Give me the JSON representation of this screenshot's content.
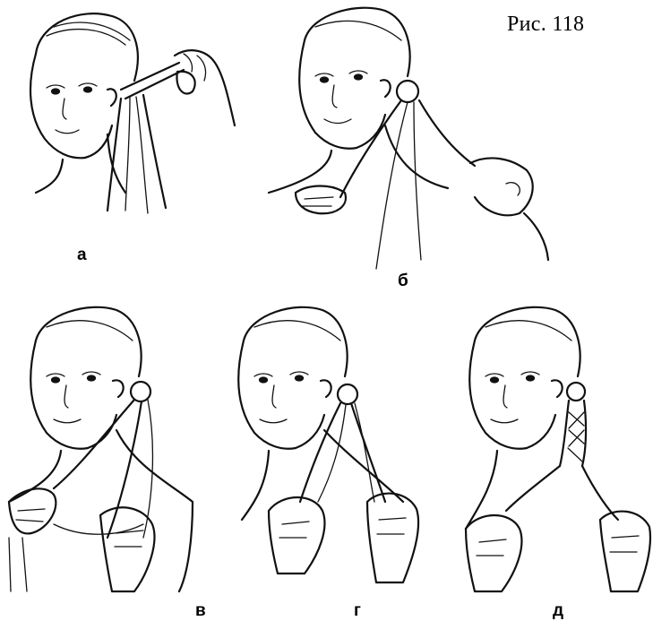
{
  "figure": {
    "title": "Рис. 118",
    "panels": [
      {
        "id": "a",
        "label": "а"
      },
      {
        "id": "b",
        "label": "б"
      },
      {
        "id": "v",
        "label": "в"
      },
      {
        "id": "g",
        "label": "г"
      },
      {
        "id": "d",
        "label": "д"
      }
    ]
  }
}
